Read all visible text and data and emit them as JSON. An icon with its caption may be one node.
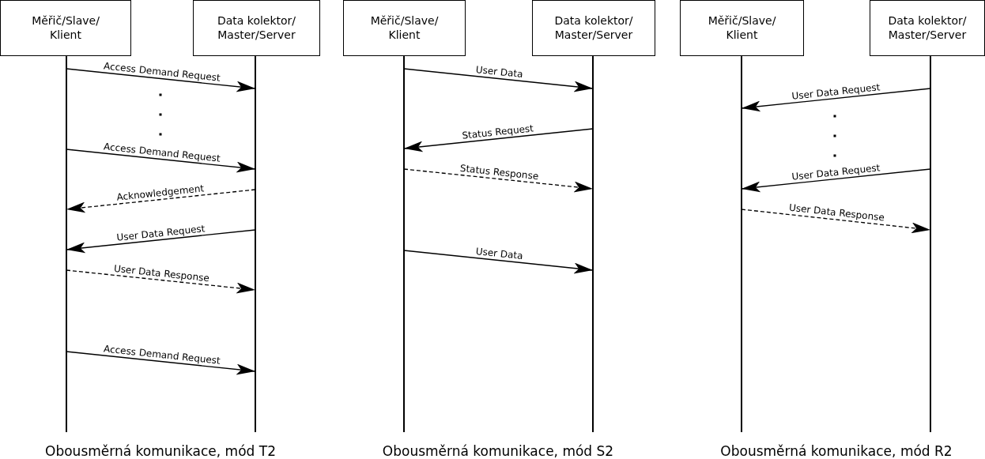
{
  "diagram": {
    "nodes": [
      {
        "text": [
          "Měřič/Slave/ Klient"
        ]
      },
      {
        "text": [
          "Data kolektor/ Master/Server"
        ]
      },
      {
        "text": [],
        "shape": "bar"
      },
      {
        "text": [],
        "shape": "bar"
      },
      {
        "text": [
          "Měřič/Slave/ Klient"
        ]
      },
      {
        "text": [
          "Data kolektor/ Master/Server"
        ]
      },
      {
        "text": [],
        "shape": "bar"
      },
      {
        "text": [],
        "shape": "bar"
      },
      {
        "text": [
          "Měřič/Slave/ Klient"
        ]
      },
      {
        "text": [
          "Data kolektor/ Master/Server"
        ]
      },
      {
        "text": [],
        "shape": "bar"
      },
      {
        "text": [],
        "shape": "bar"
      }
    ],
    "edges": [
      {
        "from": 2,
        "to": 3,
        "arrow": "to",
        "label": "Access Demand Request"
      },
      {
        "from": 2,
        "to": 3,
        "arrow": "to",
        "label": "Access Demand Request"
      },
      {
        "from": 3,
        "to": 2,
        "arrow": "to",
        "label": "Acknowledgement",
        "style": "dashed"
      },
      {
        "from": 3,
        "to": 2,
        "arrow": "to",
        "label": "User Data Request"
      },
      {
        "from": 2,
        "to": 3,
        "arrow": "to",
        "label": "User Data Response",
        "style": "dashed"
      },
      {
        "from": 2,
        "to": 3,
        "arrow": "to",
        "label": "Access Demand Request"
      },
      {
        "from": 6,
        "to": 7,
        "arrow": "to",
        "label": "User Data"
      },
      {
        "from": 7,
        "to": 6,
        "arrow": "to",
        "label": "Status Request"
      },
      {
        "from": 6,
        "to": 7,
        "arrow": "to",
        "label": "Status Response",
        "style": "dashed"
      },
      {
        "from": 6,
        "to": 7,
        "arrow": "to",
        "label": "User Data"
      },
      {
        "from": 11,
        "to": 10,
        "arrow": "to",
        "label": "User Data Request"
      },
      {
        "from": 11,
        "to": 10,
        "arrow": "to",
        "label": "User Data Request"
      },
      {
        "from": 10,
        "to": 11,
        "arrow": "to",
        "label": "User Data Response",
        "style": "dashed"
      }
    ],
    "labels": [
      "Obousměrná komunikace, mód T2",
      "Obousměrná komunikace, mód S2",
      "Obousměrná komunikace, mód R2"
    ]
  }
}
